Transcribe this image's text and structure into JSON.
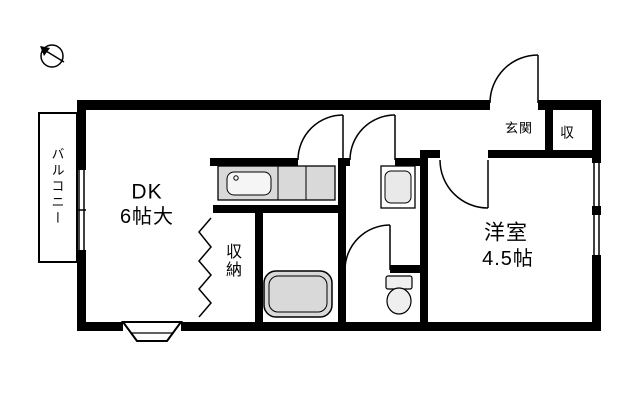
{
  "floorplan": {
    "labels": {
      "balcony": "バルコニー",
      "dk_name": "DK",
      "dk_size": "6帖大",
      "closet": "収納",
      "entrance": "玄関",
      "storage": "収",
      "western_room_name": "洋室",
      "western_room_size": "4.5帖"
    },
    "icons": {
      "north_arrow": "north-arrow-icon"
    },
    "colors": {
      "wall": "#000000",
      "fixture_gray": "#d9d9d9",
      "background": "#ffffff"
    }
  }
}
